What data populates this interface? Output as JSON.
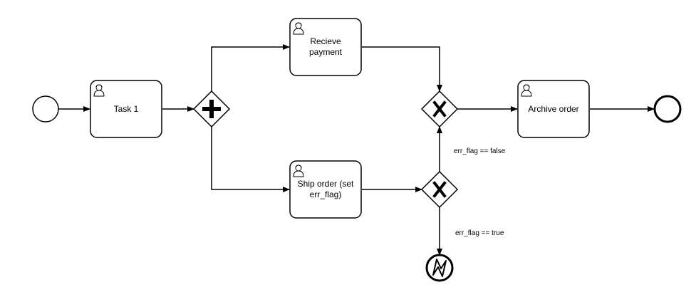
{
  "diagram": {
    "tasks": {
      "task1": "Task 1",
      "receive_payment": "Recieve payment",
      "ship_order": "Ship order (set err_flag)",
      "archive_order": "Archive order"
    },
    "conditions": {
      "false_branch": "err_flag == false",
      "true_branch": "err_flag == true"
    },
    "icons": {
      "user_task": "user-icon",
      "parallel_gateway": "plus-icon",
      "exclusive_gateway": "x-icon",
      "error_end_event": "lightning-icon"
    },
    "colors": {
      "stroke": "#000000",
      "fill": "#ffffff"
    }
  }
}
